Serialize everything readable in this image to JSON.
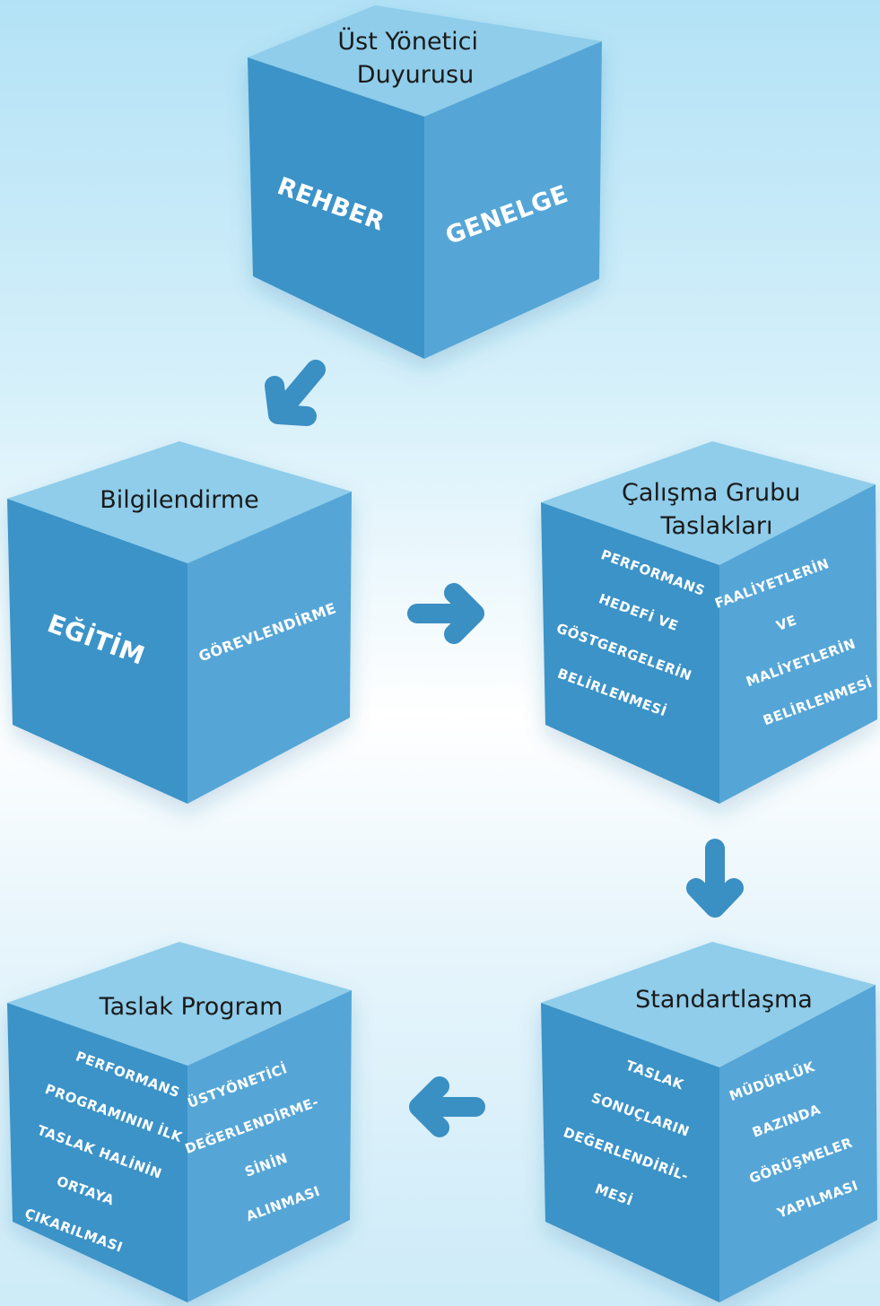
{
  "colors": {
    "top_face": "#8fcdea",
    "left_face": "#3a93c8",
    "right_face": "#55a6d7",
    "arrow": "#3a8fc3",
    "title_text": "#1a1a1a",
    "face_text": "#ffffff"
  },
  "cubes": {
    "ust_yonetici": {
      "title_lines": [
        "Üst Yönetici",
        "Duyurusu"
      ],
      "left_lines": [
        "REHBER"
      ],
      "right_lines": [
        "GENELGE"
      ]
    },
    "bilgilendirme": {
      "title_lines": [
        "Bilgilendirme"
      ],
      "left_lines": [
        "EĞİTİM"
      ],
      "right_lines": [
        "GÖREVLENDİRME"
      ]
    },
    "calisma_grubu": {
      "title_lines": [
        "Çalışma Grubu",
        "Taslakları"
      ],
      "left_lines": [
        "PERFORMANS",
        "HEDEFİ VE",
        "GÖSTGERGELERİN",
        "BELİRLENMESİ"
      ],
      "right_lines": [
        "FAALİYETLERİN",
        "VE",
        "MALİYETLERİN",
        "BELİRLENMESİ"
      ]
    },
    "standartlasma": {
      "title_lines": [
        "Standartlaşma"
      ],
      "left_lines": [
        "TASLAK",
        "SONUÇLARIN",
        "DEĞERLENDİRİL-",
        "MESİ"
      ],
      "right_lines": [
        "MÜDÜRLÜK",
        "BAZINDA",
        "GÖRÜŞMELER",
        "YAPILMASI"
      ]
    },
    "taslak_program": {
      "title_lines": [
        "Taslak Program"
      ],
      "left_lines": [
        "PERFORMANS",
        "PROGRAMININ İLK",
        "TASLAK HALİNİN",
        "ORTAYA",
        "ÇIKARILMASI"
      ],
      "right_lines": [
        "ÜSTYÖNETİCİ",
        "DEĞERLENDİRME-",
        "SİNİN",
        "ALINMASI"
      ]
    }
  },
  "arrows": [
    {
      "from": "ust_yonetici",
      "to": "bilgilendirme",
      "direction": "down-left"
    },
    {
      "from": "bilgilendirme",
      "to": "calisma_grubu",
      "direction": "right"
    },
    {
      "from": "calisma_grubu",
      "to": "standartlasma",
      "direction": "down"
    },
    {
      "from": "standartlasma",
      "to": "taslak_program",
      "direction": "left"
    }
  ]
}
